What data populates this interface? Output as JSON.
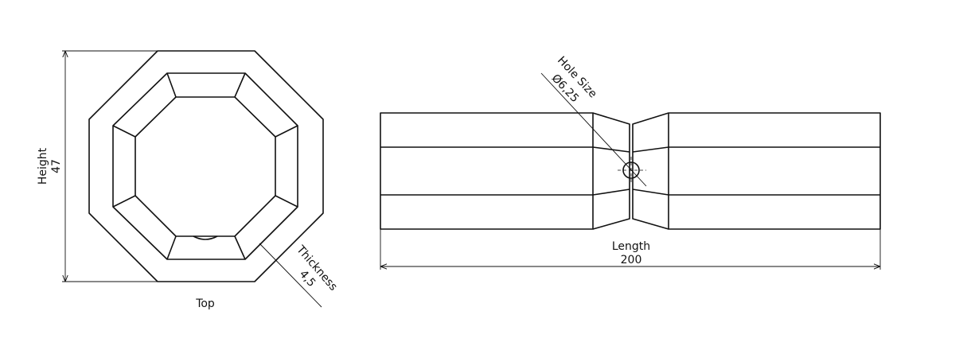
{
  "views": {
    "top": {
      "label": "Top",
      "height_dim": {
        "label": "Height",
        "value": "47"
      },
      "thickness_dim": {
        "label": "Thickness",
        "value": "4,5"
      }
    },
    "side": {
      "length_dim": {
        "label": "Length",
        "value": "200"
      },
      "hole_dim": {
        "label": "Hole Size",
        "value": "Ø6,25"
      }
    }
  }
}
